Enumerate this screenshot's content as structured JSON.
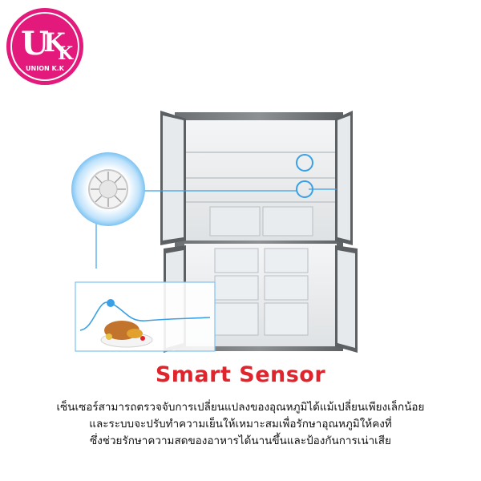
{
  "logo": {
    "letters": "UKK",
    "caption": "UNION K.K",
    "color": "#e4197c"
  },
  "product_label": "Smart Sensor",
  "description_lines": [
    "เซ็นเซอร์สามารถตรวจจับการเปลี่ยนแปลงของอุณหภูมิได้แม้เปลี่ยนเพียงเล็กน้อย",
    "และระบบจะปรับทำความเย็นให้เหมาะสมเพื่อรักษาอุณหภูมิให้คงที่",
    "ซึ่งช่วยรักษาความสดของอาหารได้นานขึ้นและป้องกันการเน่าเสีย"
  ],
  "colors": {
    "accent_red": "#e0242c",
    "sensor_blue": "#3aa0e6"
  }
}
